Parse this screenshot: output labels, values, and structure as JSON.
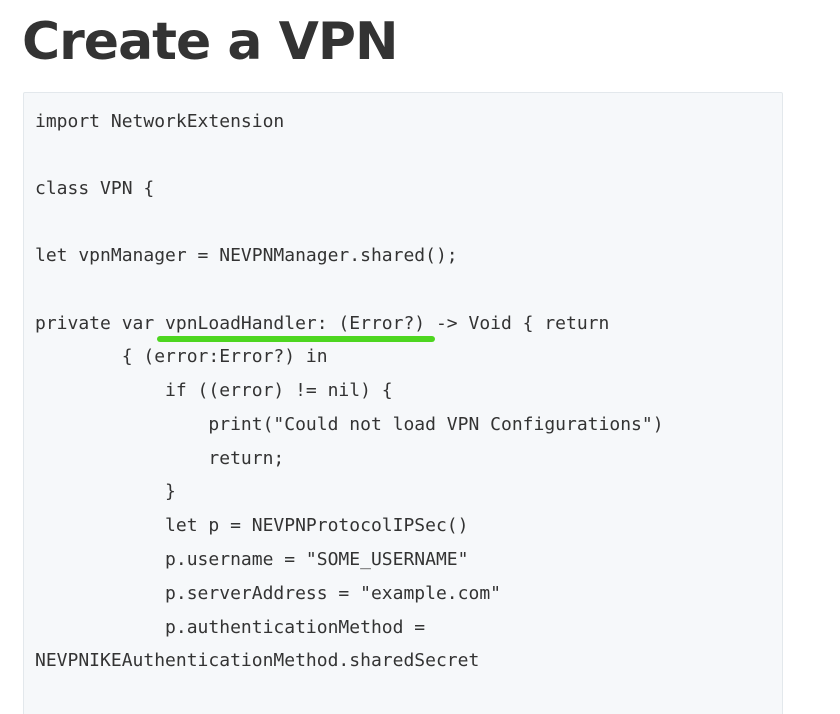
{
  "page": {
    "title": "Create a VPN"
  },
  "code": {
    "lines": [
      "import NetworkExtension",
      "class VPN {",
      "let vpnManager = NEVPNManager.shared();",
      "private var vpnLoadHandler: (Error?) -> Void { return",
      "        { (error:Error?) in",
      "            if ((error) != nil) {",
      "                print(\"Could not load VPN Configurations\")",
      "                return;",
      "            }",
      "            let p = NEVPNProtocolIPSec()",
      "            p.username = \"SOME_USERNAME\"",
      "            p.serverAddress = \"example.com\"",
      "            p.authenticationMethod =",
      "NEVPNIKEAuthenticationMethod.sharedSecret"
    ],
    "highlight_color": "#4dd61f"
  }
}
